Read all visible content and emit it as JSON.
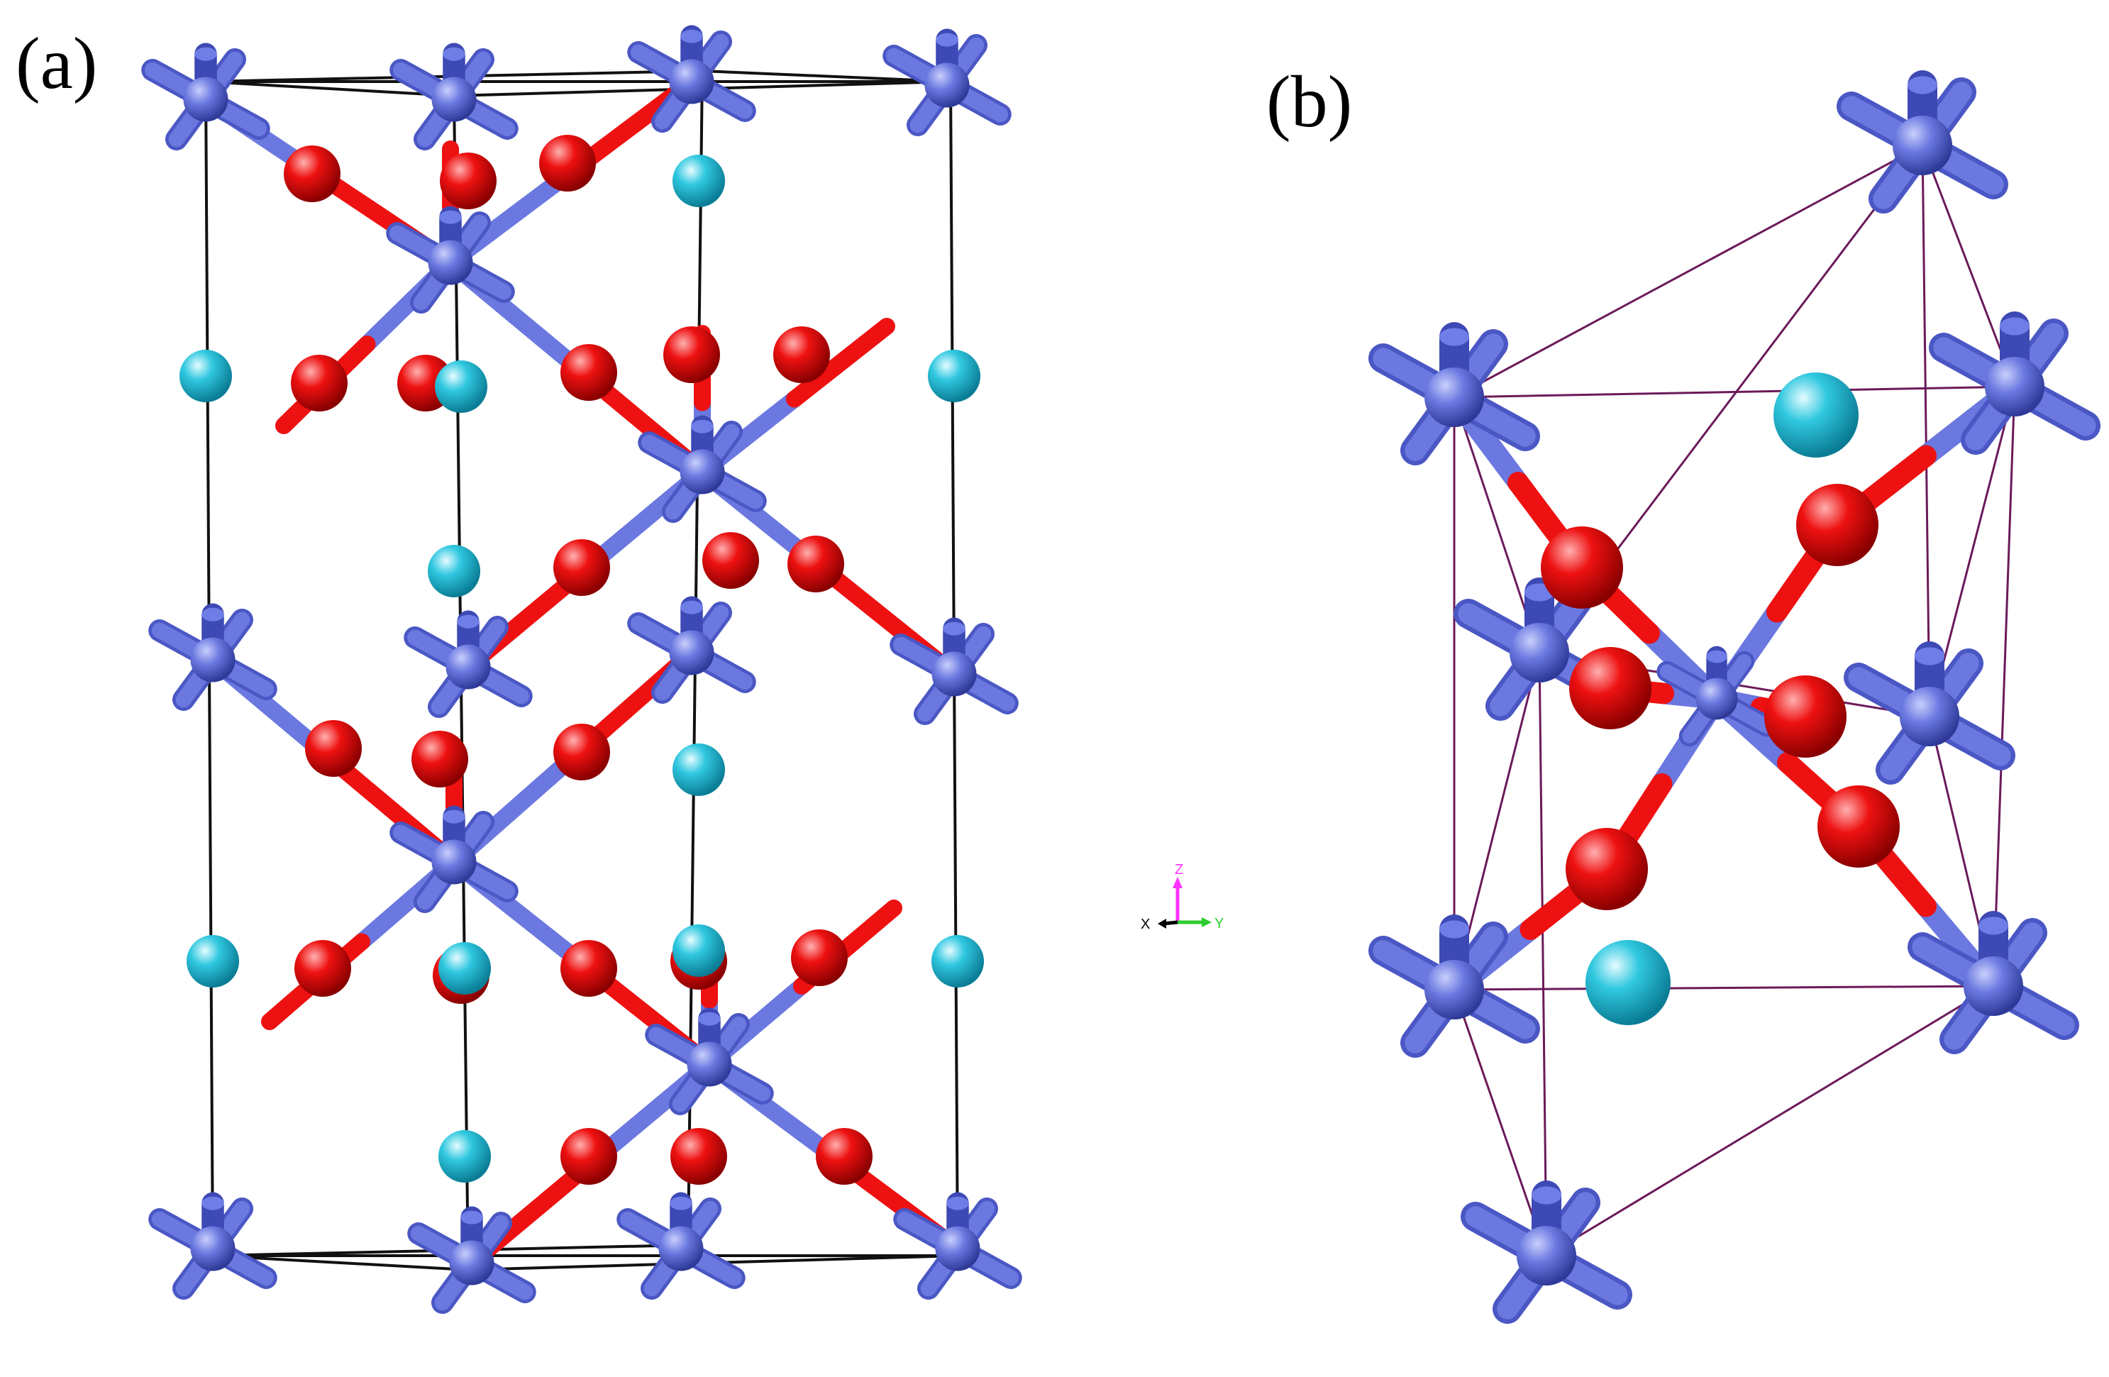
{
  "figure": {
    "panel_a_label": "(a)",
    "panel_b_label": "(b)"
  },
  "axes": {
    "z_label": "Z",
    "y_label": "Y",
    "x_label": "X",
    "z_color": "#ff33ff",
    "y_color": "#2ecc2e",
    "x_color": "#000000"
  },
  "legend_colors": {
    "metal_octahedral": "#6a78e0",
    "oxygen": "#ee1111",
    "cation_a_site": "#30c8e0",
    "cell_edge_a": "#111111",
    "cell_edge_b": "#6b1a5a"
  },
  "icons": {
    "metal_atom": "metal-atom-icon",
    "oxygen_atom": "oxygen-atom-icon",
    "cation_atom": "cation-atom-icon"
  }
}
